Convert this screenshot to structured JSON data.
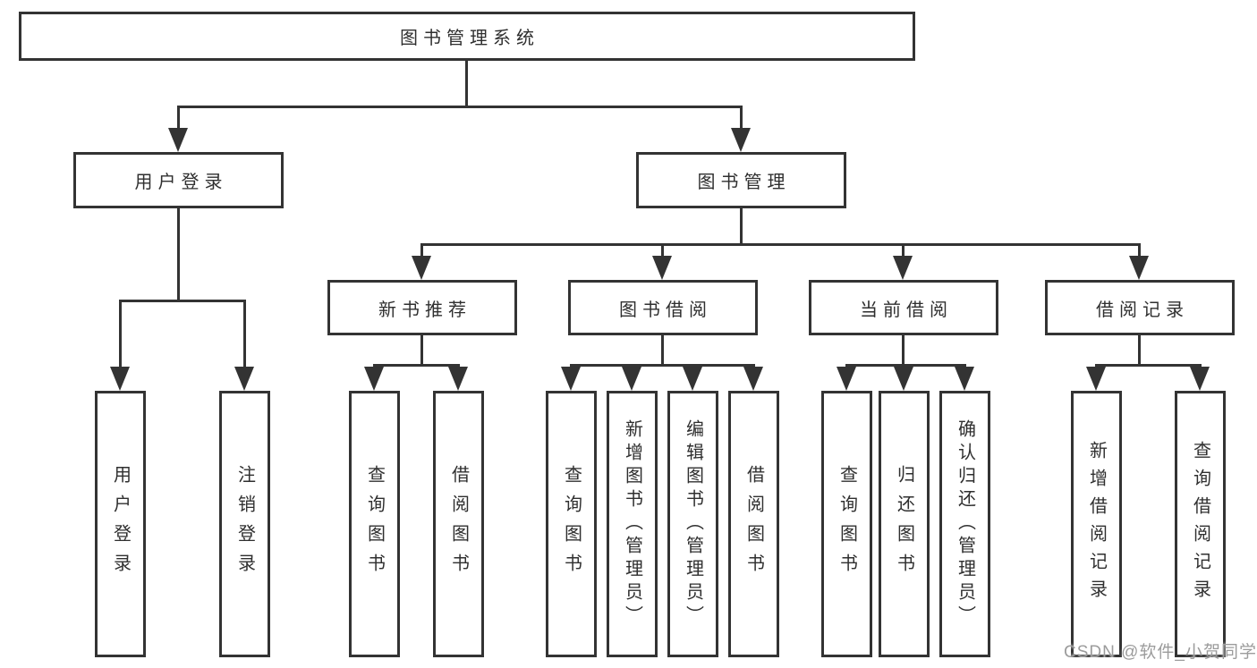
{
  "diagram": {
    "root": {
      "label": "图书管理系统"
    },
    "level2": [
      {
        "label": "用户登录"
      },
      {
        "label": "图书管理"
      }
    ],
    "level3": [
      {
        "label": "新书推荐"
      },
      {
        "label": "图书借阅"
      },
      {
        "label": "当前借阅"
      },
      {
        "label": "借阅记录"
      }
    ],
    "leaves": [
      {
        "label": "用户登录"
      },
      {
        "label": "注销登录"
      },
      {
        "label": "查询图书"
      },
      {
        "label": "借阅图书"
      },
      {
        "label": "查询图书"
      },
      {
        "label": "新增图书（管理员）"
      },
      {
        "label": "编辑图书（管理员）"
      },
      {
        "label": "借阅图书"
      },
      {
        "label": "查询图书"
      },
      {
        "label": "归还图书"
      },
      {
        "label": "确认归还（管理员）"
      },
      {
        "label": "新增借阅记录"
      },
      {
        "label": "查询借阅记录"
      }
    ],
    "hierarchy": {
      "图书管理系统": {
        "用户登录": [
          "用户登录",
          "注销登录"
        ],
        "图书管理": {
          "新书推荐": [
            "查询图书",
            "借阅图书"
          ],
          "图书借阅": [
            "查询图书",
            "新增图书（管理员）",
            "编辑图书（管理员）",
            "借阅图书"
          ],
          "当前借阅": [
            "查询图书",
            "归还图书",
            "确认归还（管理员）"
          ],
          "借阅记录": [
            "新增借阅记录",
            "查询借阅记录"
          ]
        }
      }
    }
  },
  "watermark": {
    "text": "CSDN @软件_小贺同学"
  },
  "colors": {
    "line": "#333333",
    "box_border": "#333333",
    "box_fill": "#ffffff",
    "text": "#2f2f2f",
    "watermark": "#9c9c9c",
    "background": "#ffffff"
  }
}
